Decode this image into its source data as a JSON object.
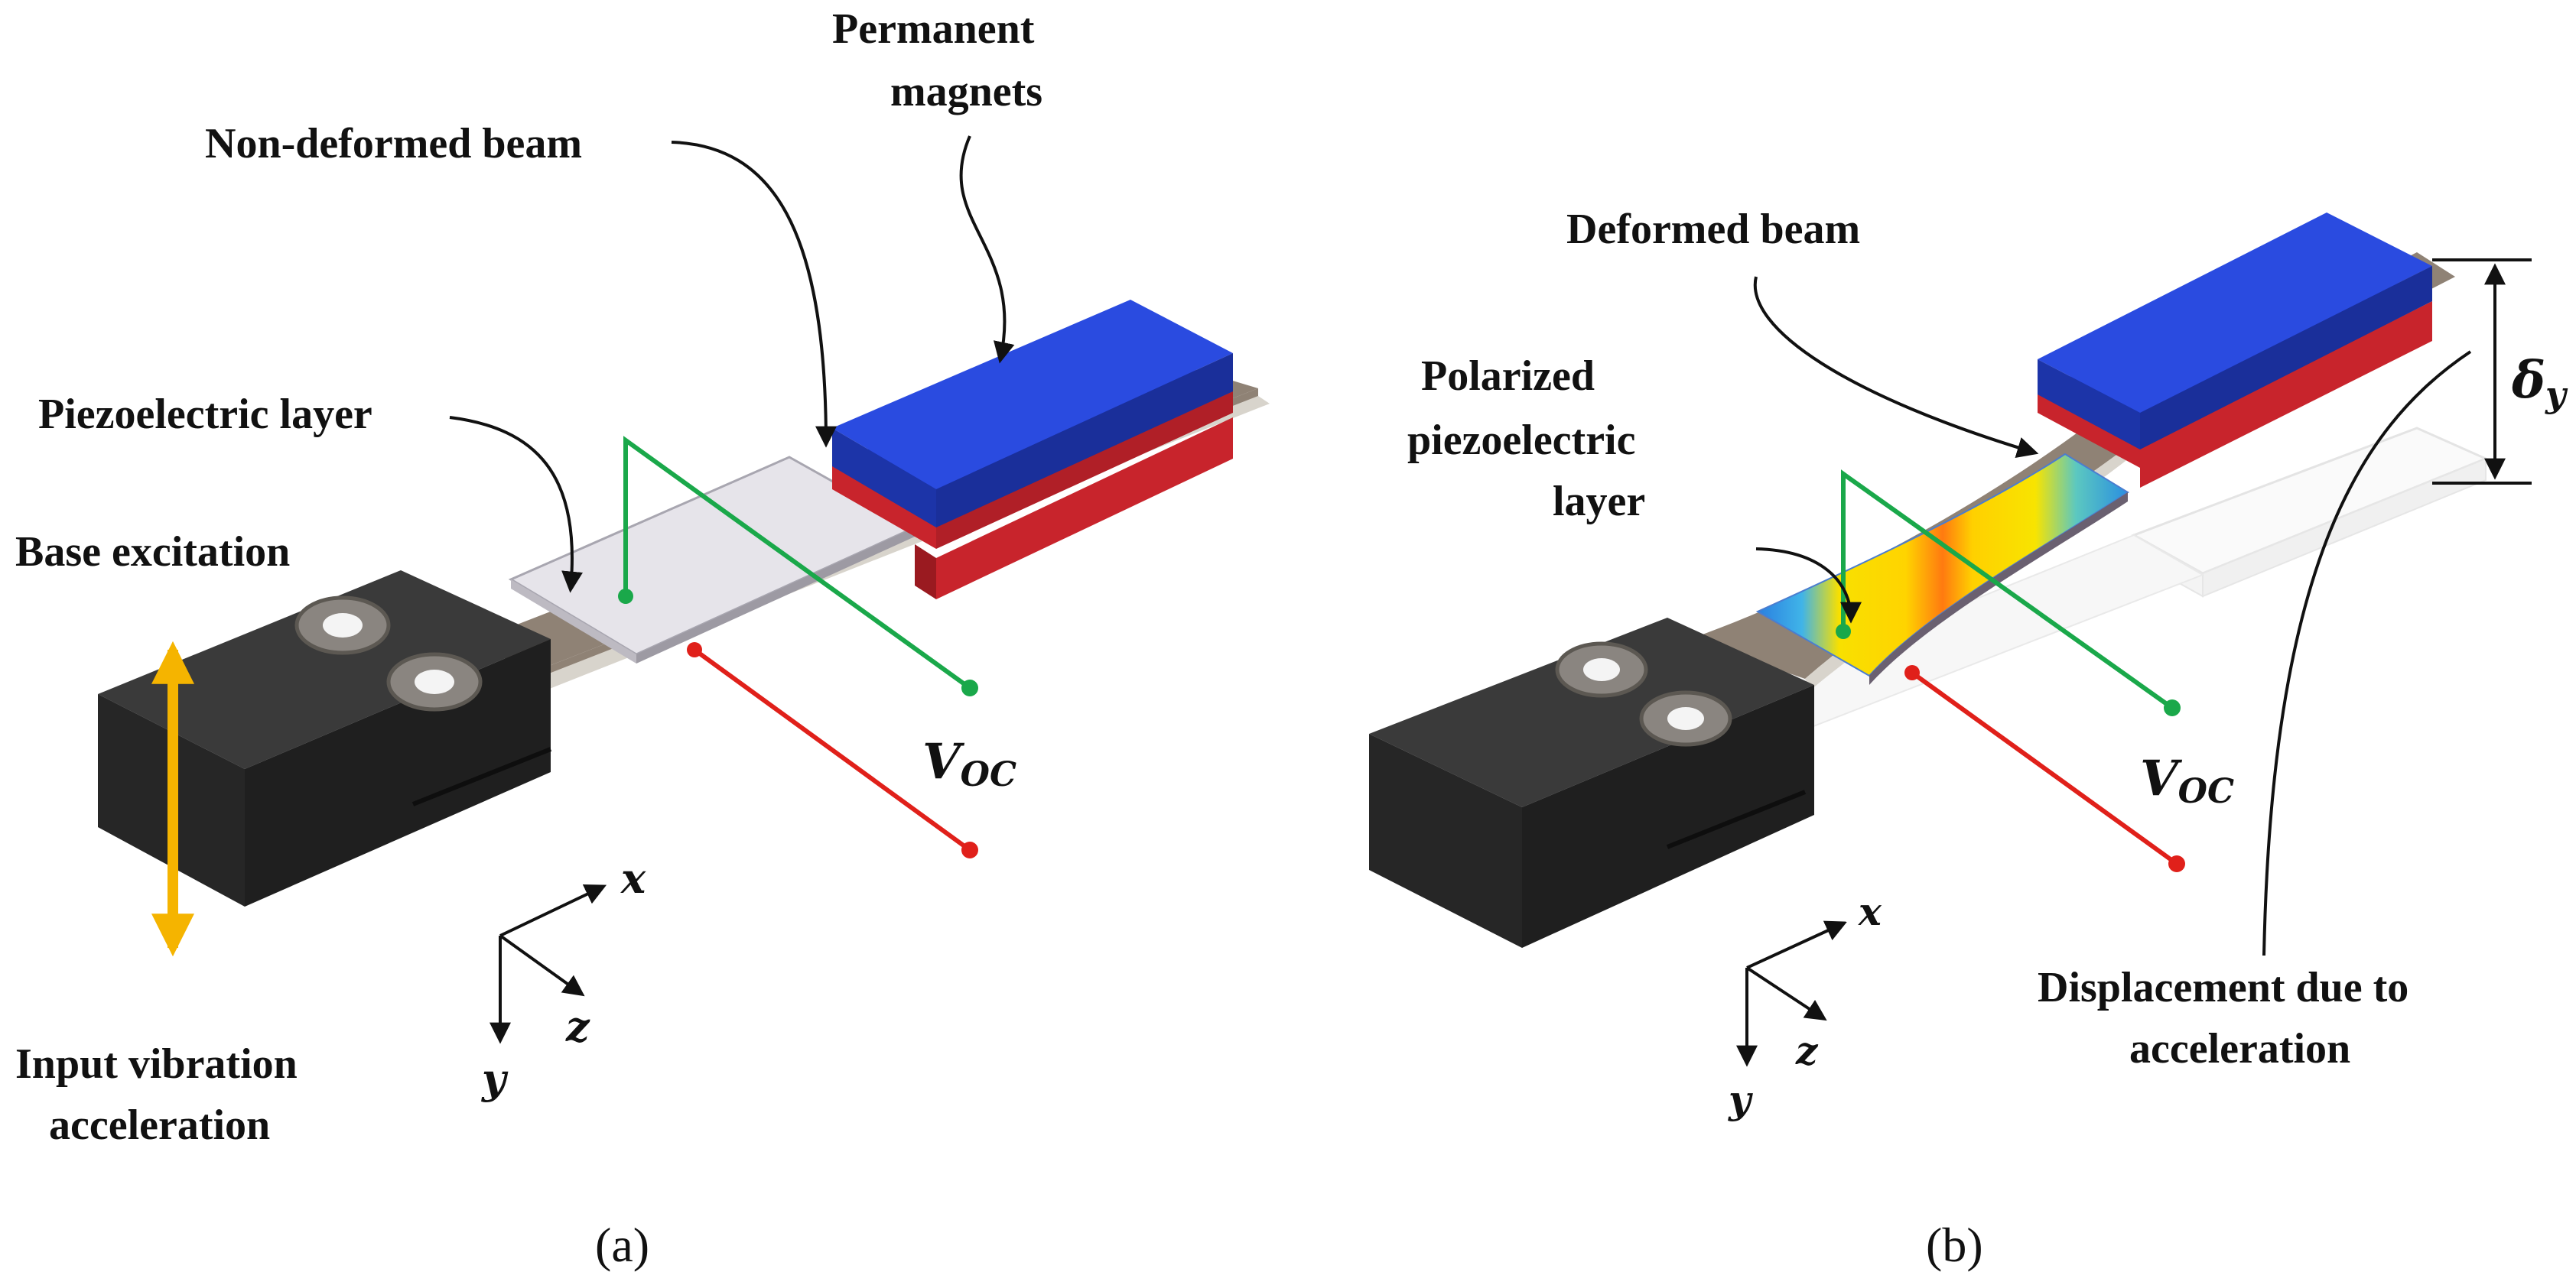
{
  "panel_a": {
    "labels": {
      "permanent_magnets_1": "Permanent",
      "permanent_magnets_2": "magnets",
      "non_deformed_beam": "Non-deformed beam",
      "piezoelectric_layer": "Piezoelectric layer",
      "base_excitation": "Base excitation",
      "input_vibration_1": "Input vibration",
      "input_vibration_2": "acceleration"
    },
    "voltage": {
      "v": "V",
      "sub": "OC"
    },
    "axes": {
      "x": "x",
      "y": "y",
      "z": "z"
    },
    "caption": "(a)"
  },
  "panel_b": {
    "labels": {
      "deformed_beam": "Deformed beam",
      "polarized_1": "Polarized",
      "polarized_2": "piezoelectric",
      "polarized_3": "layer",
      "displacement_1": "Displacement due to",
      "displacement_2": "acceleration"
    },
    "delta": {
      "sym": "δ",
      "sub": "y"
    },
    "voltage": {
      "v": "V",
      "sub": "OC"
    },
    "axes": {
      "x": "x",
      "y": "y",
      "z": "z"
    },
    "caption": "(b)"
  },
  "colors": {
    "magnet_blue": "#1f3fd0",
    "magnet_red": "#c8242c",
    "block": "#2c2c2c",
    "beam": "#8f8275",
    "piezo_a": "#e4e4e8",
    "wire_green": "#1aa84a",
    "wire_red": "#e0201a",
    "arrow_orange": "#f5b400"
  }
}
